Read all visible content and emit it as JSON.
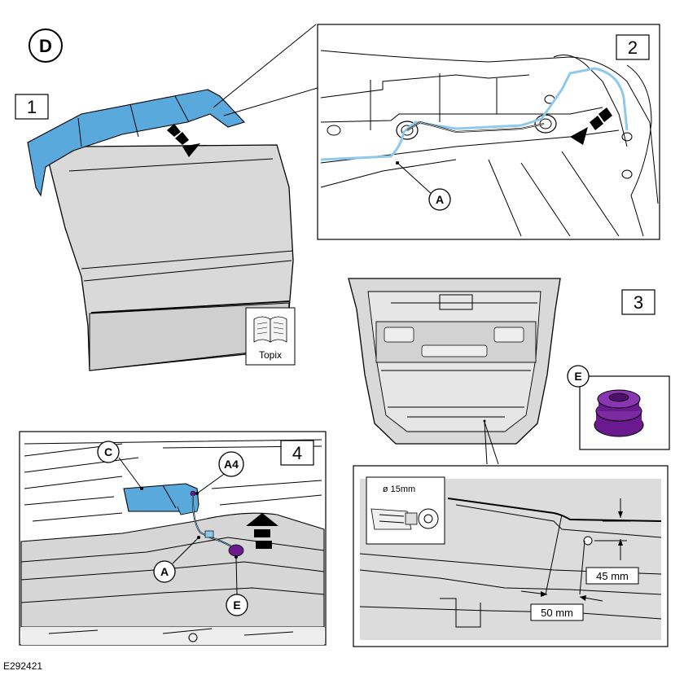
{
  "badge": "D",
  "steps": [
    "1",
    "2",
    "3",
    "4"
  ],
  "book_label": "Topix",
  "callouts": {
    "a_panel2": "A",
    "a_panel4": "A",
    "a4": "A4",
    "c": "C",
    "e_panel4": "E",
    "e_inset": "E"
  },
  "drill_size": "ø 15mm",
  "dim_vertical": "45 mm",
  "dim_horizontal": "50 mm",
  "ref_code": "E292421",
  "colors": {
    "blue_part": "#5aa9dd",
    "light_blue_line": "#8ec9ec",
    "gray_panel": "#d6d6d6",
    "light_gray": "#e9e9e9",
    "purple_grommet": "#6a1a8e"
  }
}
